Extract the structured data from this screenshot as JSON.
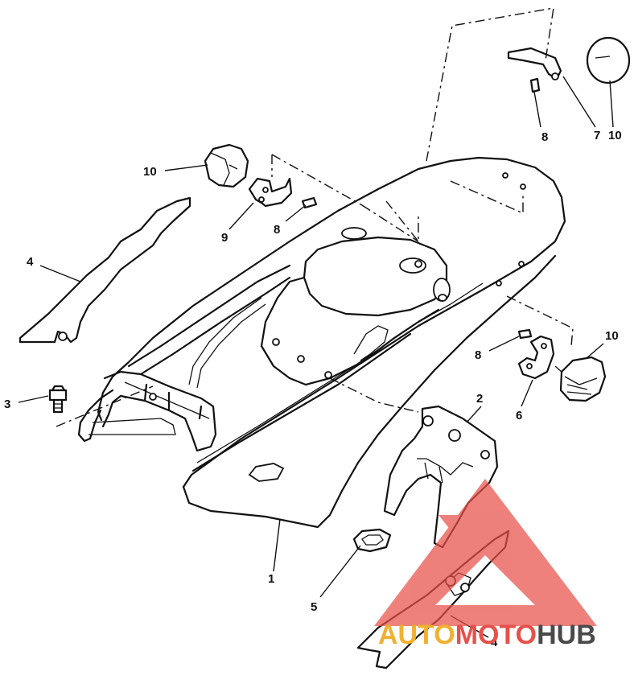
{
  "callouts": [
    {
      "id": "c1",
      "label": "1"
    },
    {
      "id": "c2",
      "label": "2"
    },
    {
      "id": "c3",
      "label": "3"
    },
    {
      "id": "c4a",
      "label": "4"
    },
    {
      "id": "c4b",
      "label": "4"
    },
    {
      "id": "c5",
      "label": "5"
    },
    {
      "id": "c6",
      "label": "6"
    },
    {
      "id": "c7",
      "label": "7"
    },
    {
      "id": "c8a",
      "label": "8"
    },
    {
      "id": "c8b",
      "label": "8"
    },
    {
      "id": "c8c",
      "label": "8"
    },
    {
      "id": "c9",
      "label": "9"
    },
    {
      "id": "c10a",
      "label": "10"
    },
    {
      "id": "c10b",
      "label": "10"
    },
    {
      "id": "c10c",
      "label": "10"
    }
  ],
  "watermark": {
    "part1": "AUTO",
    "part2": "MOTO",
    "part3": "HUB",
    "colors": {
      "triangle": "#e8504a",
      "auto": "#f0b030",
      "moto": "#e8504a",
      "hub": "#4a4a4a"
    }
  }
}
